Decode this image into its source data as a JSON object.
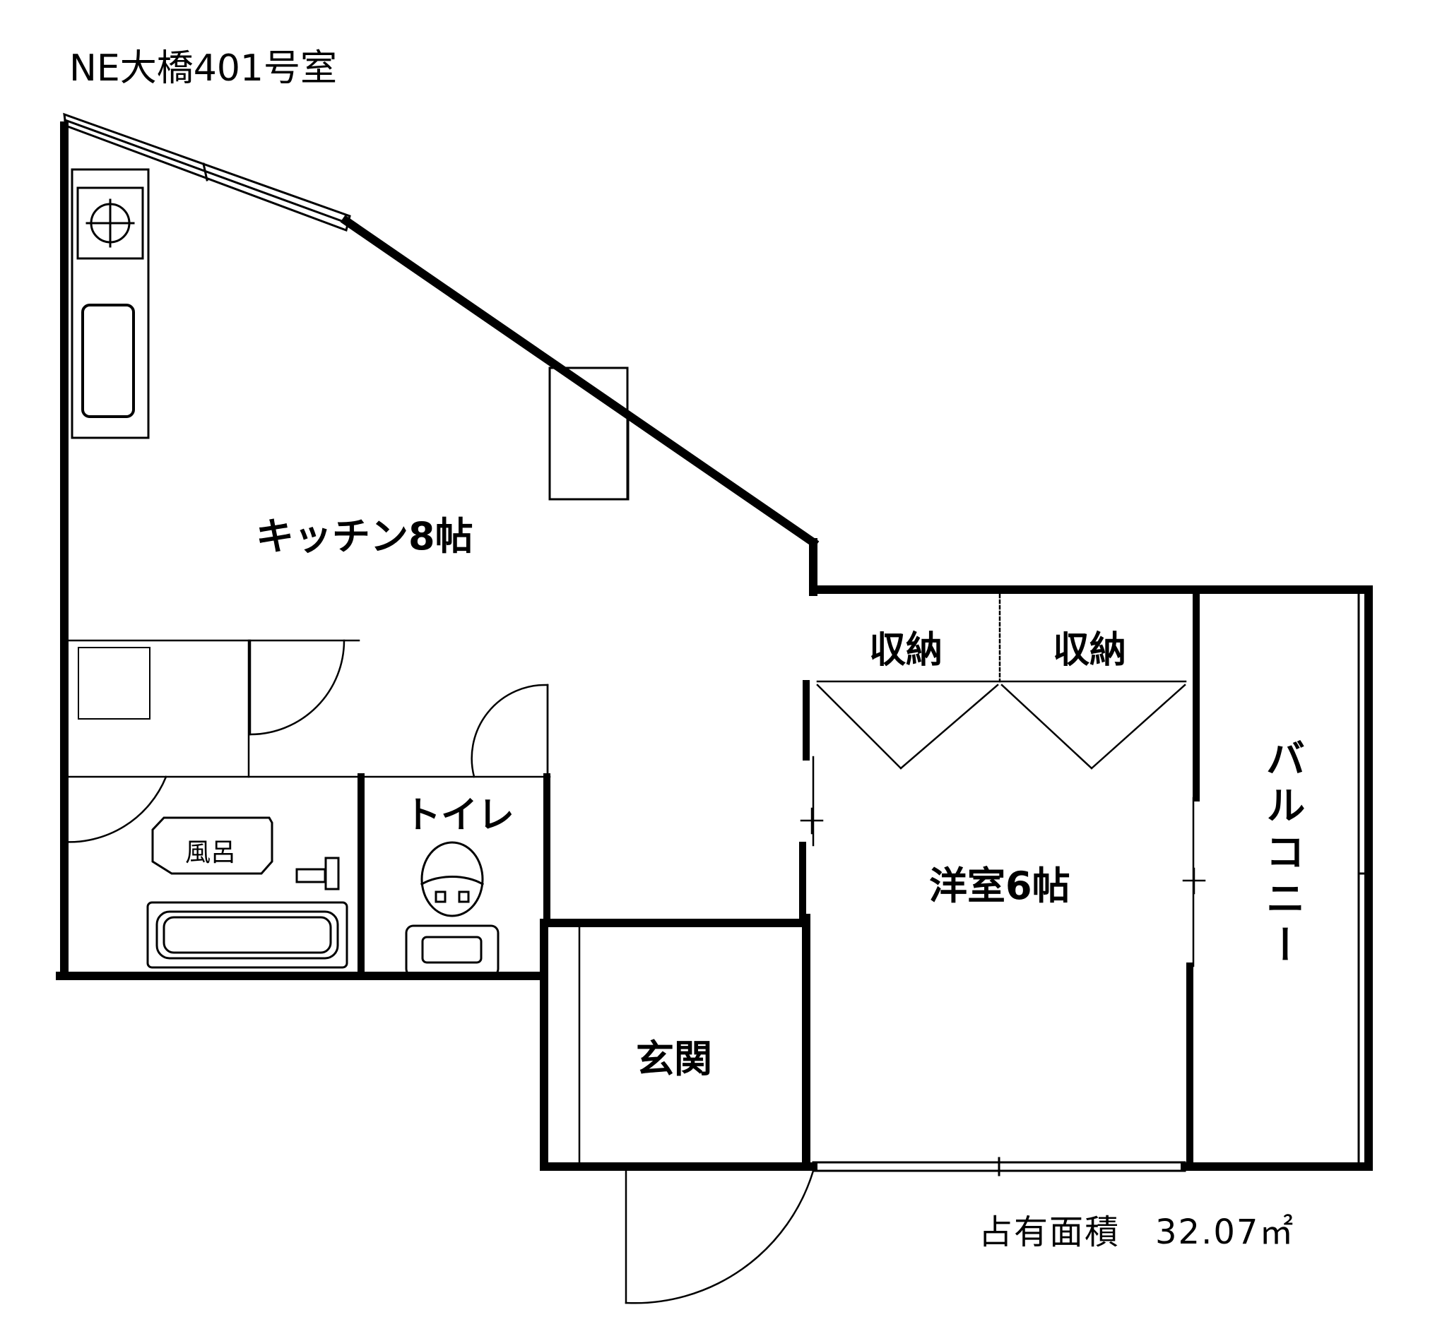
{
  "title": "NE大橋401号室",
  "area_text": "占有面積　32.07㎡",
  "rooms": {
    "kitchen": "キッチン8帖",
    "storage_left": "収納",
    "storage_right": "収納",
    "balcony": "バルコニー",
    "toilet": "トイレ",
    "bath": "風呂",
    "western_room": "洋室6帖",
    "entrance": "玄関"
  }
}
